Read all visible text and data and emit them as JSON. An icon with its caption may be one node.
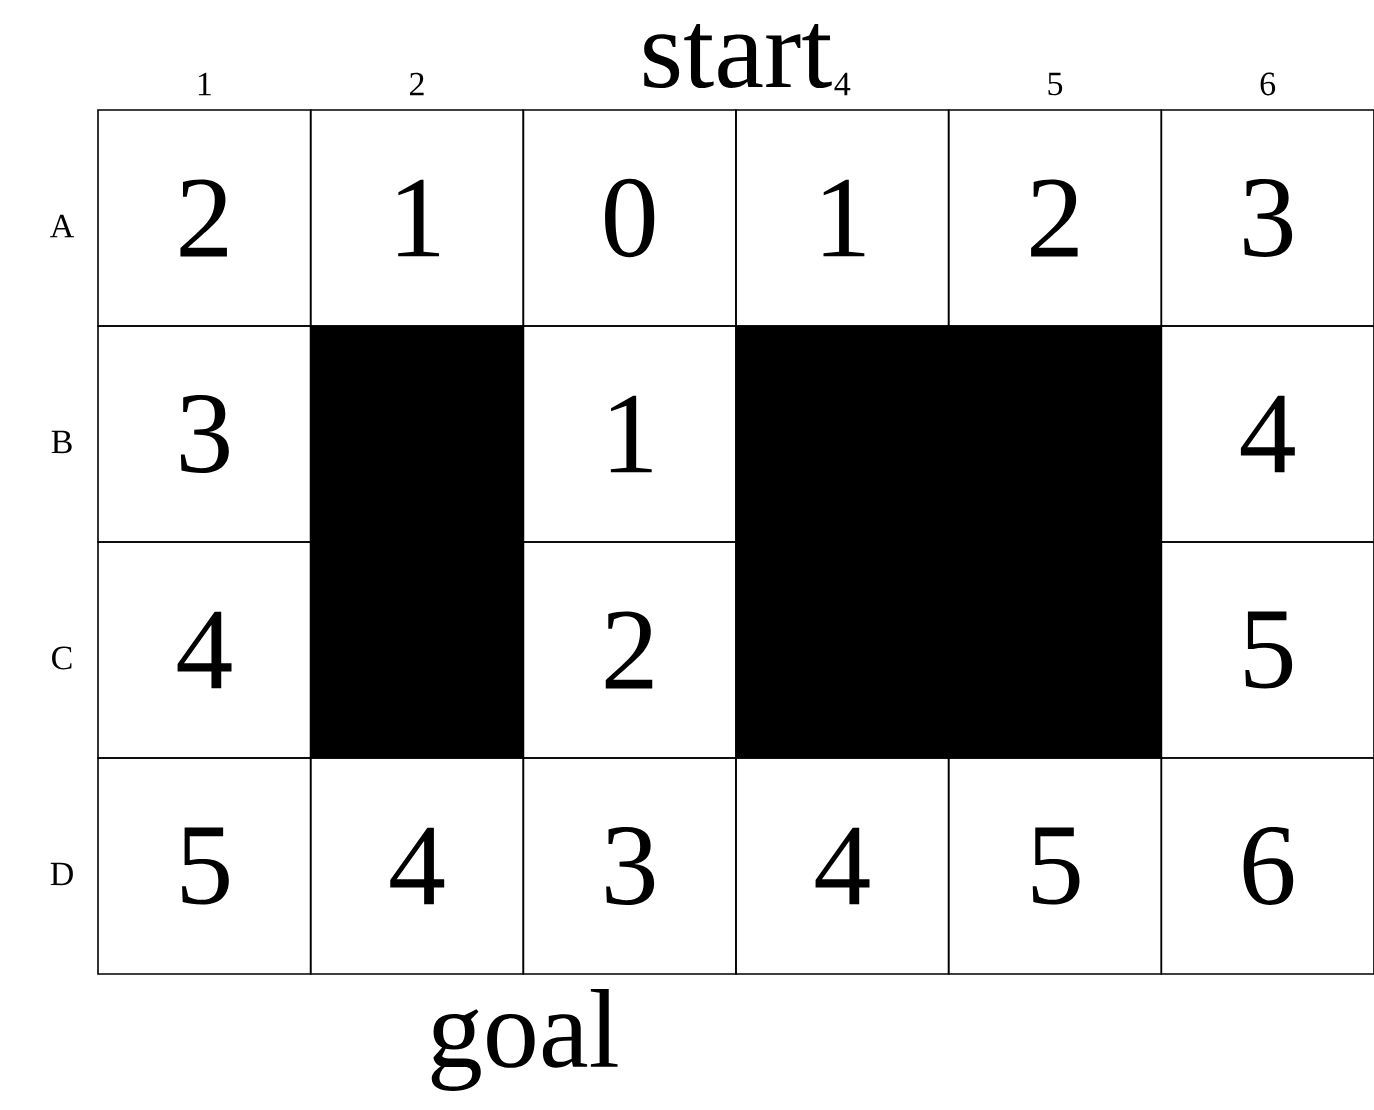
{
  "diagram": {
    "labels": [
      "start",
      "1",
      "2",
      "4",
      "5",
      "6",
      "A",
      "2",
      "1",
      "0",
      "1",
      "2",
      "3",
      "B",
      "3",
      "1",
      "4",
      "C",
      "4",
      "2",
      "5",
      "D",
      "5",
      "4",
      "3",
      "4",
      "5",
      "6",
      "goal"
    ]
  }
}
